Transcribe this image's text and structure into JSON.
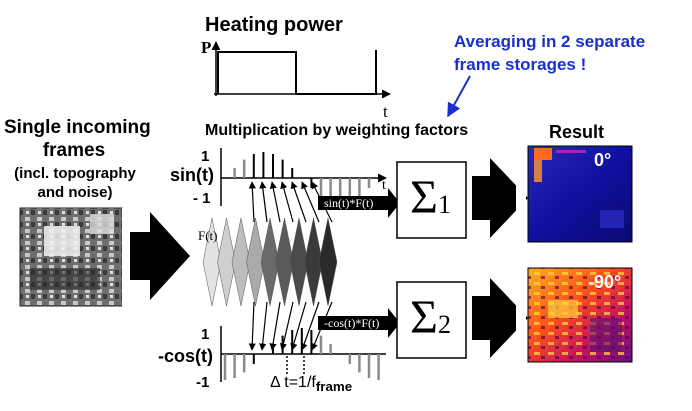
{
  "heating": {
    "title": "Heating power",
    "y_axis": "P",
    "x_axis": "t"
  },
  "averaging_note": {
    "line1": "Averaging in 2 separate",
    "line2": "frame storages !"
  },
  "input": {
    "title_line1": "Single incoming",
    "title_line2": "frames",
    "sub_line1": "(incl. topography",
    "sub_line2": "and noise)"
  },
  "multiplication_title": "Multiplication by weighting factors",
  "result_title": "Result",
  "sin_plot": {
    "label": "sin(t)",
    "max": "1",
    "min": "- 1",
    "x_axis": "t"
  },
  "cos_plot": {
    "label": "-cos(t)",
    "max": "1",
    "min": "-1"
  },
  "frames_label": "F(t)",
  "product_sin": "sin(t)*F(t)",
  "product_cos": "-cos(t)*F(t)",
  "sum1": {
    "symbol": "Σ",
    "sub": "1"
  },
  "sum2": {
    "symbol": "Σ",
    "sub": "2"
  },
  "result1_angle": "0°",
  "result2_angle": "-90°",
  "delta_t": {
    "prefix": "Δ t=1/f",
    "sub": "frame"
  },
  "colors": {
    "blue_note": "#1a2fd0",
    "arrow": "#000000",
    "result_blue": "#1a1aa0",
    "result_hot": "#ff4a1c"
  }
}
